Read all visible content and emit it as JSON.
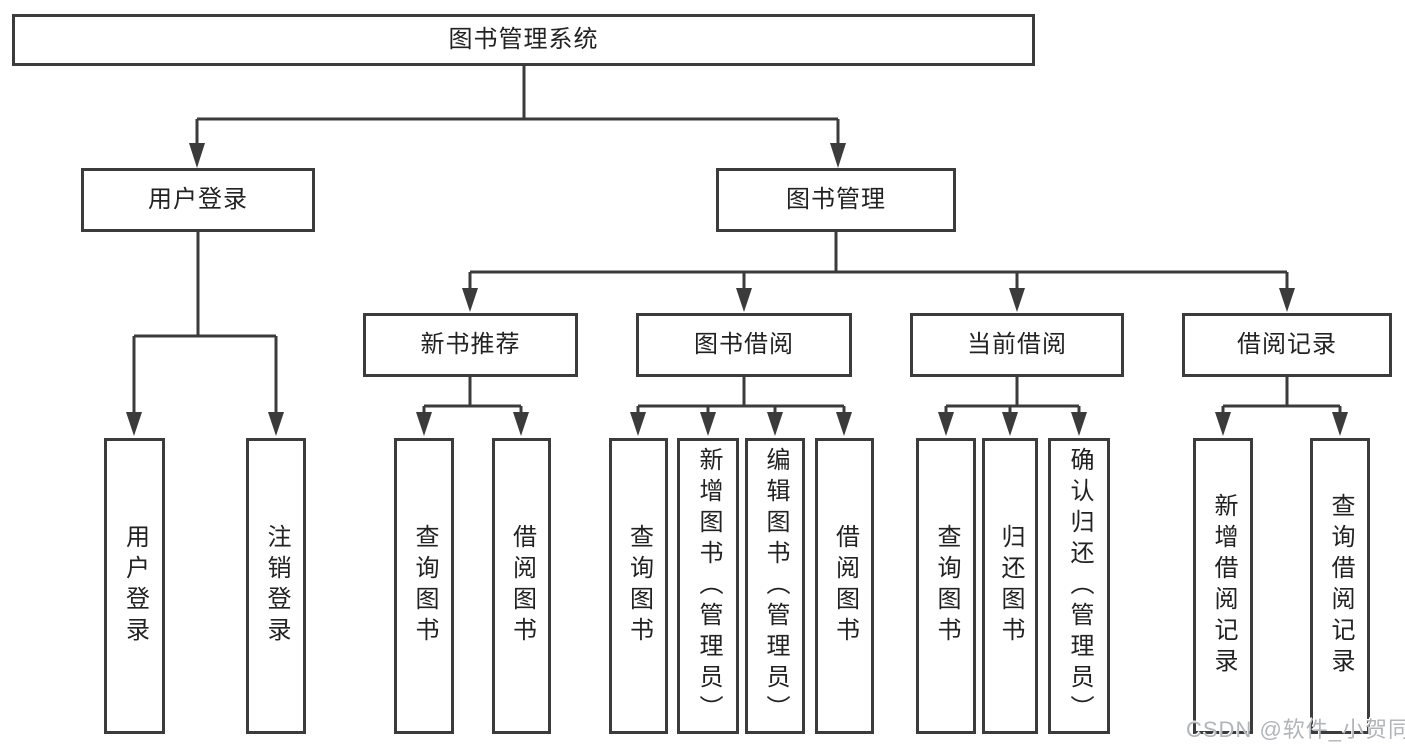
{
  "diagram_type": "hierarchy-tree",
  "colors": {
    "line": "#3b3b3b",
    "box_border": "#3b3b3b",
    "box_background": "#ffffff",
    "text": "#222222",
    "watermark_text": "#b2b5b9"
  },
  "watermark": "CSDN @软件_小贺同学",
  "root": {
    "label": "图书管理系统",
    "children": [
      {
        "label": "用户登录",
        "children": [
          {
            "label": "用户登录"
          },
          {
            "label": "注销登录"
          }
        ]
      },
      {
        "label": "图书管理",
        "children": [
          {
            "label": "新书推荐",
            "children": [
              {
                "label": "查询图书"
              },
              {
                "label": "借阅图书"
              }
            ]
          },
          {
            "label": "图书借阅",
            "children": [
              {
                "label": "查询图书"
              },
              {
                "label": "新增图书（管理员）"
              },
              {
                "label": "编辑图书（管理员）"
              },
              {
                "label": "借阅图书"
              }
            ]
          },
          {
            "label": "当前借阅",
            "children": [
              {
                "label": "查询图书"
              },
              {
                "label": "归还图书"
              },
              {
                "label": "确认归还（管理员）"
              }
            ]
          },
          {
            "label": "借阅记录",
            "children": [
              {
                "label": "新增借阅记录"
              },
              {
                "label": "查询借阅记录"
              }
            ]
          }
        ]
      }
    ]
  }
}
